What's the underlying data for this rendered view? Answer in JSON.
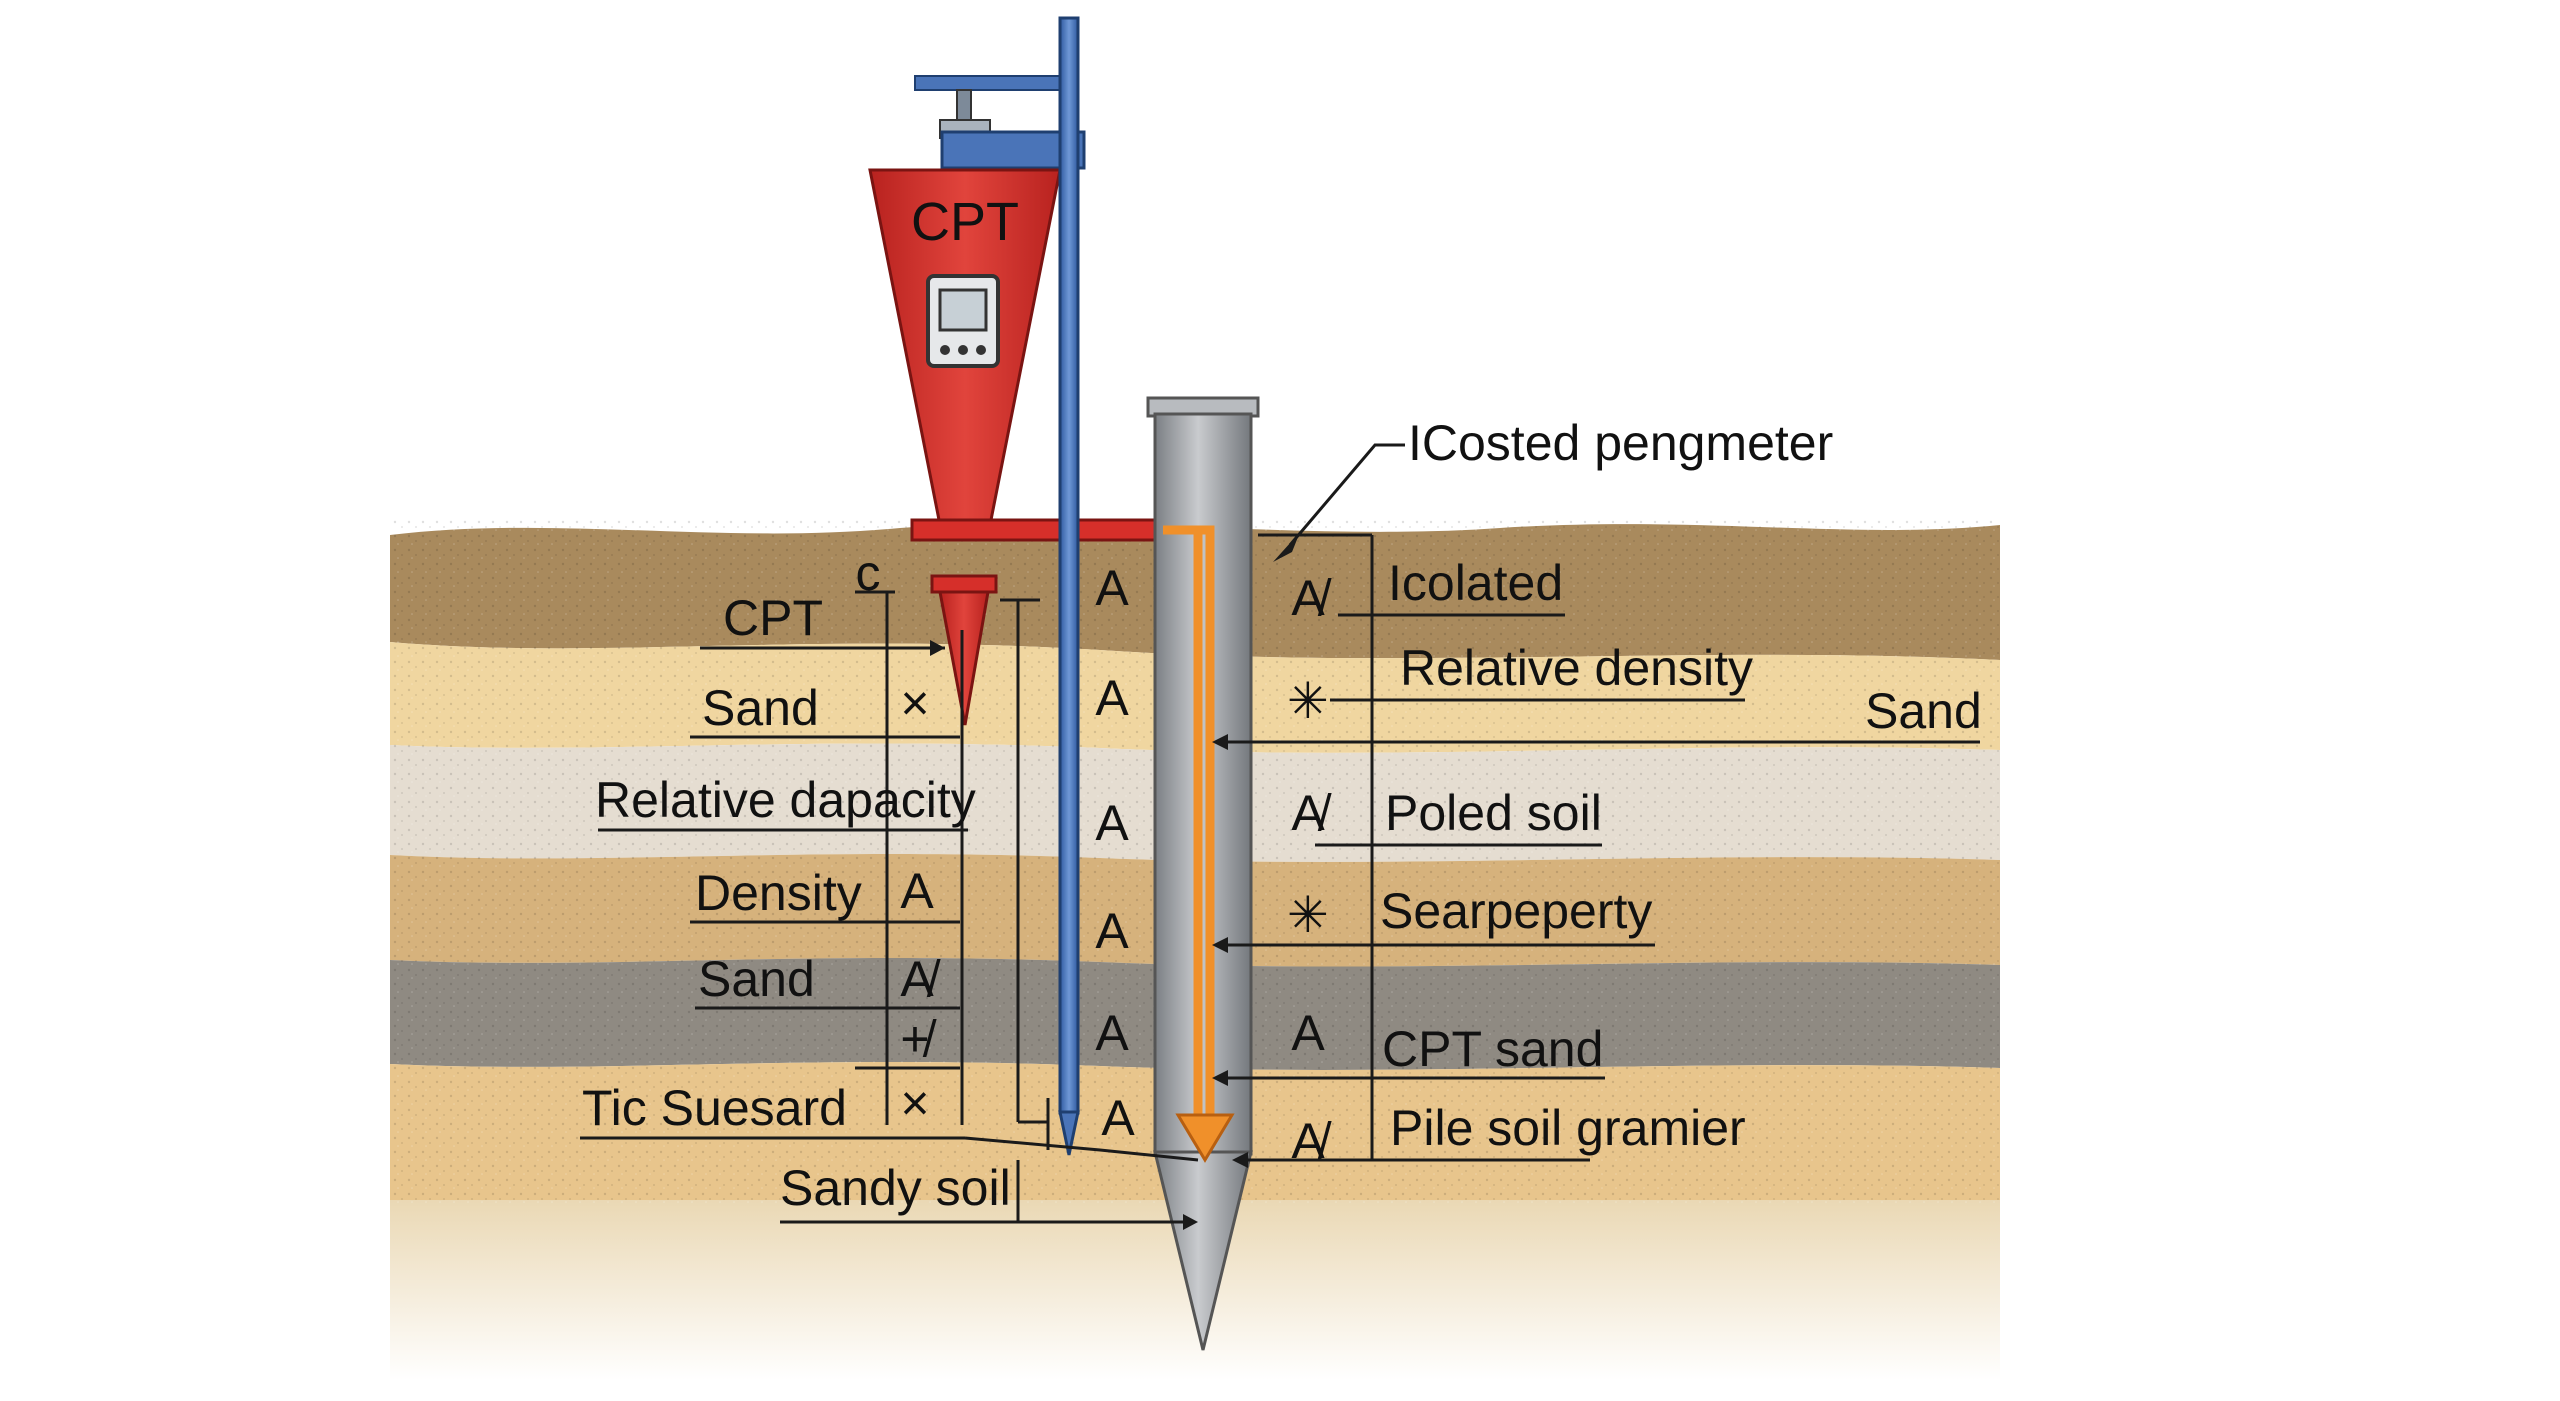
{
  "colors": {
    "background": "#ffffff",
    "topsoil": "#a98a5d",
    "sand_light": "#f0d6a0",
    "clay_pale": "#e5ddd1",
    "sand_mid": "#d6b27c",
    "silt_grey": "#8f8a82",
    "sand_lower": "#e8c58c",
    "cpt_cone": "#d62f2a",
    "rod_blue": "#4a74b8",
    "pile_grey": "#9c9fa3",
    "pile_core": "#f0902a",
    "line": "#1a1a1a"
  },
  "icons": {
    "cpt_device": "cone-penetrometer-icon",
    "display": "digital-readout-icon",
    "pile": "driven-pile-icon",
    "rod": "push-rod-icon"
  },
  "cpt_device": {
    "title": "CPT"
  },
  "callout": {
    "top_label": "ICosted pengmeter"
  },
  "left_labels": {
    "c_mark": "c",
    "cpt": "CPT",
    "sand_1": "Sand",
    "relative_capacity": "Relative dapacity",
    "density": "Density",
    "sand_2": "Sand",
    "tic_suesard": "Tic Suesard",
    "sandy_soil": "Sandy soil"
  },
  "left_marks": {
    "m1": "×",
    "m2": "A",
    "m3": "A̸",
    "m4": "+̸",
    "m5": "×"
  },
  "center_marks": {
    "a1": "A",
    "a2": "A",
    "a3": "A",
    "a4": "A",
    "a5": "A",
    "a6": "A"
  },
  "right_marks": {
    "r1": "A̸",
    "r2": "✳",
    "r3": "A̸",
    "r4": "✳",
    "r5": "A",
    "r6": "A̸"
  },
  "right_labels": {
    "isolated": "Icolated",
    "relative_density": "Relative density",
    "sand": "Sand",
    "poled_soil": "Poled soil",
    "searpeperty": "Searpeperty",
    "cpt_sand": "CPT sand",
    "pile_soil": "Pile soil gramier"
  }
}
